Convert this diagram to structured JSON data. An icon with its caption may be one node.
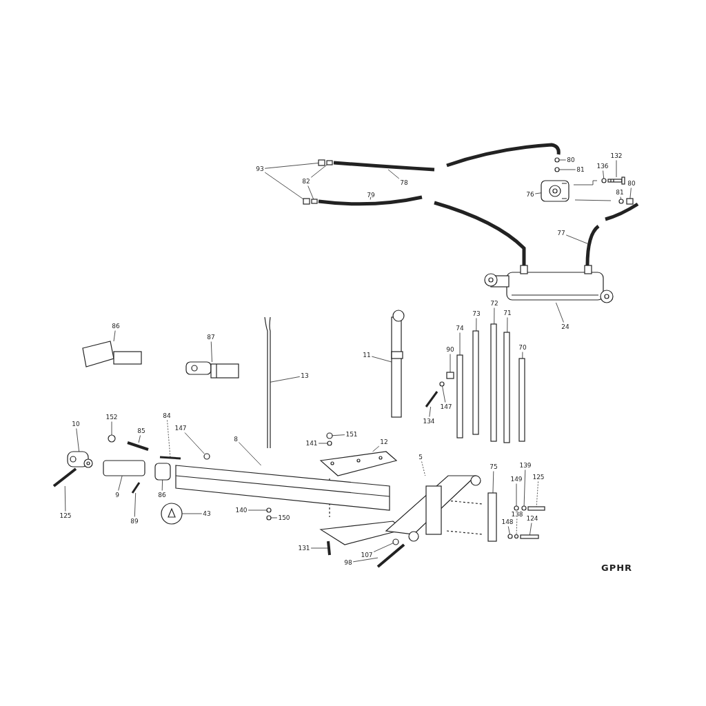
{
  "diagram": {
    "nodes": [
      {
        "text": [
          "93"
        ]
      },
      {
        "text": [
          "82"
        ]
      },
      {
        "text": [
          "78"
        ]
      },
      {
        "text": [
          "79"
        ]
      },
      {
        "text": [
          "80"
        ]
      },
      {
        "text": [
          "81"
        ]
      },
      {
        "text": [
          "132"
        ]
      },
      {
        "text": [
          "136"
        ]
      },
      {
        "text": [
          "76"
        ]
      },
      {
        "text": [
          "80"
        ]
      },
      {
        "text": [
          "81"
        ]
      },
      {
        "text": [
          "77"
        ]
      },
      {
        "text": [
          "24"
        ]
      },
      {
        "text": [
          "86"
        ]
      },
      {
        "text": [
          "87"
        ]
      },
      {
        "text": [
          "13"
        ]
      },
      {
        "text": [
          "11"
        ]
      },
      {
        "text": [
          "74"
        ]
      },
      {
        "text": [
          "73"
        ]
      },
      {
        "text": [
          "72"
        ]
      },
      {
        "text": [
          "71"
        ]
      },
      {
        "text": [
          "70"
        ]
      },
      {
        "text": [
          "90"
        ]
      },
      {
        "text": [
          "147"
        ]
      },
      {
        "text": [
          "134"
        ]
      },
      {
        "text": [
          "10"
        ]
      },
      {
        "text": [
          "152"
        ]
      },
      {
        "text": [
          "85"
        ]
      },
      {
        "text": [
          "84"
        ]
      },
      {
        "text": [
          "147"
        ]
      },
      {
        "text": [
          "8"
        ]
      },
      {
        "text": [
          "151"
        ]
      },
      {
        "text": [
          "141"
        ]
      },
      {
        "text": [
          "12"
        ]
      },
      {
        "text": [
          "125"
        ]
      },
      {
        "text": [
          "9"
        ]
      },
      {
        "text": [
          "89"
        ]
      },
      {
        "text": [
          "86"
        ]
      },
      {
        "text": [
          "43"
        ]
      },
      {
        "text": [
          "140"
        ]
      },
      {
        "text": [
          "150"
        ]
      },
      {
        "text": [
          "131"
        ]
      },
      {
        "text": [
          "5"
        ]
      },
      {
        "text": [
          "107"
        ]
      },
      {
        "text": [
          "98"
        ]
      },
      {
        "text": [
          "75"
        ]
      },
      {
        "text": [
          "149"
        ]
      },
      {
        "text": [
          "139"
        ]
      },
      {
        "text": [
          "125"
        ]
      },
      {
        "text": [
          "138"
        ]
      },
      {
        "text": [
          "148"
        ]
      },
      {
        "text": [
          "124"
        ]
      },
      {
        "text": [],
        "shape": "box"
      },
      {
        "text": [],
        "shape": "box"
      },
      {
        "text": [],
        "shape": "box"
      },
      {
        "text": [],
        "shape": "box"
      },
      {
        "text": [],
        "shape": "picture"
      },
      {
        "text": [],
        "shape": "picture"
      },
      {
        "text": [],
        "shape": "circle"
      },
      {
        "text": [],
        "shape": "circle"
      },
      {
        "text": [],
        "shape": "picture"
      },
      {
        "text": [],
        "shape": "circle"
      },
      {
        "text": [],
        "shape": "picture"
      },
      {
        "text": [],
        "shape": "box"
      },
      {
        "text": [],
        "shape": "circle"
      },
      {
        "text": [],
        "shape": "picture"
      },
      {
        "text": [],
        "shape": "picture"
      },
      {
        "text": [],
        "shape": "picture"
      },
      {
        "text": [],
        "shape": "picture"
      },
      {
        "text": [],
        "shape": "picture"
      },
      {
        "text": [],
        "shape": "picture"
      },
      {
        "text": [],
        "shape": "box"
      },
      {
        "text": [],
        "shape": "box"
      },
      {
        "text": [],
        "shape": "box"
      },
      {
        "text": [],
        "shape": "box"
      },
      {
        "text": [],
        "shape": "box"
      },
      {
        "text": [],
        "shape": "box"
      },
      {
        "text": [],
        "shape": "circle"
      },
      {
        "text": [],
        "shape": "picture"
      },
      {
        "text": [],
        "shape": "picture"
      },
      {
        "text": [],
        "shape": "circle"
      },
      {
        "text": [],
        "shape": "picture"
      },
      {
        "text": [],
        "shape": "picture"
      },
      {
        "text": [],
        "shape": "circle"
      },
      {
        "text": [],
        "shape": "picture"
      },
      {
        "text": [],
        "shape": "circle"
      },
      {
        "text": [],
        "shape": "circle"
      },
      {
        "text": [],
        "shape": "picture"
      },
      {
        "text": [],
        "shape": "picture"
      },
      {
        "text": [],
        "shape": "box"
      },
      {
        "text": [],
        "shape": "picture"
      },
      {
        "text": [],
        "shape": "box"
      },
      {
        "text": [],
        "shape": "picture"
      },
      {
        "text": [],
        "shape": "circle"
      },
      {
        "text": [],
        "shape": "circle"
      },
      {
        "text": [],
        "shape": "picture"
      },
      {
        "text": [],
        "shape": "picture"
      },
      {
        "text": [],
        "shape": "circle"
      },
      {
        "text": [],
        "shape": "picture"
      },
      {
        "text": [],
        "shape": "box"
      },
      {
        "text": [],
        "shape": "circle"
      },
      {
        "text": [],
        "shape": "circle"
      },
      {
        "text": [],
        "shape": "box"
      },
      {
        "text": [],
        "shape": "circle"
      },
      {
        "text": [],
        "shape": "circle"
      },
      {
        "text": [],
        "shape": "box"
      }
    ],
    "edges": [
      {
        "from": 0,
        "to": 52,
        "arrow": "none"
      },
      {
        "from": 0,
        "to": 54,
        "arrow": "none"
      },
      {
        "from": 1,
        "to": 53,
        "arrow": "none"
      },
      {
        "from": 1,
        "to": 55,
        "arrow": "none"
      },
      {
        "from": 2,
        "to": 56,
        "arrow": "none"
      },
      {
        "from": 3,
        "to": 57,
        "arrow": "none"
      },
      {
        "from": 4,
        "to": 58,
        "arrow": "none"
      },
      {
        "from": 5,
        "to": 59,
        "arrow": "none"
      },
      {
        "from": 6,
        "to": 60,
        "arrow": "none"
      },
      {
        "from": 7,
        "to": 61,
        "arrow": "none"
      },
      {
        "from": 8,
        "to": 62,
        "arrow": "none"
      },
      {
        "from": 9,
        "to": 63,
        "arrow": "none"
      },
      {
        "from": 10,
        "to": 64,
        "arrow": "none"
      },
      {
        "from": 11,
        "to": 65,
        "arrow": "none"
      },
      {
        "from": 12,
        "to": 66,
        "arrow": "none"
      },
      {
        "from": 13,
        "to": 67,
        "arrow": "none"
      },
      {
        "from": 14,
        "to": 68,
        "arrow": "none"
      },
      {
        "from": 15,
        "to": 69,
        "arrow": "none"
      },
      {
        "from": 16,
        "to": 70,
        "arrow": "none"
      },
      {
        "from": 17,
        "to": 71,
        "arrow": "none"
      },
      {
        "from": 18,
        "to": 72,
        "arrow": "none"
      },
      {
        "from": 19,
        "to": 73,
        "arrow": "none"
      },
      {
        "from": 20,
        "to": 74,
        "arrow": "none"
      },
      {
        "from": 21,
        "to": 75,
        "arrow": "none"
      },
      {
        "from": 22,
        "to": 76,
        "arrow": "none"
      },
      {
        "from": 23,
        "to": 77,
        "arrow": "none"
      },
      {
        "from": 24,
        "to": 78,
        "arrow": "none"
      },
      {
        "from": 25,
        "to": 79,
        "arrow": "none"
      },
      {
        "from": 26,
        "to": 80,
        "arrow": "none"
      },
      {
        "from": 27,
        "to": 81,
        "arrow": "none"
      },
      {
        "from": 28,
        "to": 82,
        "arrow": "none",
        "style": "dashed"
      },
      {
        "from": 29,
        "to": 83,
        "arrow": "none"
      },
      {
        "from": 30,
        "to": 84,
        "arrow": "none"
      },
      {
        "from": 31,
        "to": 85,
        "arrow": "none"
      },
      {
        "from": 32,
        "to": 86,
        "arrow": "none"
      },
      {
        "from": 33,
        "to": 87,
        "arrow": "none"
      },
      {
        "from": 34,
        "to": 88,
        "arrow": "none"
      },
      {
        "from": 35,
        "to": 89,
        "arrow": "none"
      },
      {
        "from": 36,
        "to": 90,
        "arrow": "none"
      },
      {
        "from": 37,
        "to": 91,
        "arrow": "none"
      },
      {
        "from": 38,
        "to": 92,
        "arrow": "none"
      },
      {
        "from": 39,
        "to": 93,
        "arrow": "none"
      },
      {
        "from": 40,
        "to": 94,
        "arrow": "none"
      },
      {
        "from": 41,
        "to": 95,
        "arrow": "none"
      },
      {
        "from": 42,
        "to": 96,
        "arrow": "none",
        "style": "dashed"
      },
      {
        "from": 43,
        "to": 97,
        "arrow": "none"
      },
      {
        "from": 44,
        "to": 98,
        "arrow": "none"
      },
      {
        "from": 45,
        "to": 99,
        "arrow": "none"
      },
      {
        "from": 46,
        "to": 100,
        "arrow": "none"
      },
      {
        "from": 47,
        "to": 101,
        "arrow": "none"
      },
      {
        "from": 48,
        "to": 102,
        "arrow": "none",
        "style": "dashed"
      },
      {
        "from": 49,
        "to": 103,
        "arrow": "none",
        "style": "dashed"
      },
      {
        "from": 50,
        "to": 104,
        "arrow": "none"
      },
      {
        "from": 51,
        "to": 105,
        "arrow": "none"
      }
    ],
    "labels": [
      "GPHR"
    ]
  }
}
